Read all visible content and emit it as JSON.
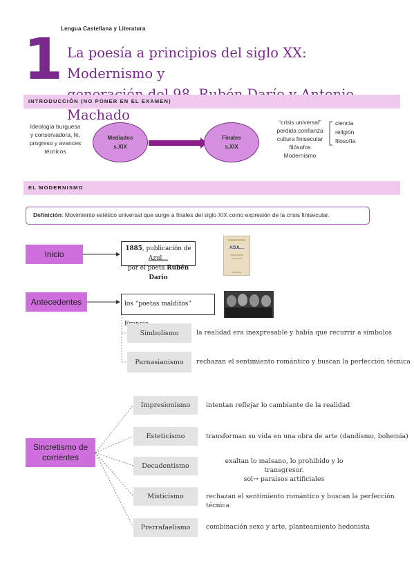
{
  "header": {
    "subject": "Lengua Castellana y Literatura",
    "unit_number": "1",
    "title_line1": "La poesía a principios del siglo XX: Modernismo y",
    "title_line2": "generación del 98. Rubén Darío y Antonio Machado"
  },
  "intro": {
    "band": "INTRODUCCIÓN (NO PONER EN EL EXAMEN)",
    "left_lines": [
      "Ideología burguesa",
      "y conservadora, fe,",
      "progreso y avances",
      "técnicos"
    ],
    "ellipse_left": [
      "Mediados",
      "s.XIX"
    ],
    "ellipse_right": [
      "Finales",
      "s.XIX"
    ],
    "crisis_lines": [
      "“crisis universal”",
      "perdida confianza",
      "cultura finisecular",
      "filósofos",
      "Modernismo"
    ],
    "crisis_items": [
      "ciencia",
      "religión",
      "filosofía"
    ]
  },
  "modernismo": {
    "band": "EL MODERNISMO",
    "definition_label": "Definición",
    "definition_text": ": Movimiento estético universal que surge a finales del siglo XIX como expresión de la crisis finisecular.",
    "inicio_label": "Inicio",
    "inicio_year": "1885",
    "inicio_text1": ", publicación de ",
    "inicio_book": "Azul…",
    "inicio_text2": "por el poeta ",
    "inicio_poet": "Rubén Darío",
    "book_cover_title": "AZUL...",
    "antecedentes_label": "Antecedentes",
    "antecedentes_box": "los “poetas malditos” Francia",
    "antecedentes_items": [
      {
        "name": "Simbolismo",
        "desc": "la realidad era inexpresable y había que recurrir a símbolos"
      },
      {
        "name": "Parnasianismo",
        "desc": "rechazan el sentimiento romántico y buscan la perfección técnica"
      }
    ],
    "sincretismo_label_line1": "Sincretismo de",
    "sincretismo_label_line2": "corrientes",
    "corrientes": [
      {
        "name": "Impresionismo",
        "desc": "intentan reflejar lo cambiante de la realidad",
        "desc2": ""
      },
      {
        "name": "Esteticismo",
        "desc": "transforman su vida en una obra de arte (dandismo, bohemia)",
        "desc2": ""
      },
      {
        "name": "Decadentismo",
        "desc": "exaltan lo malsano, lo prohibido y lo transgresor.",
        "desc2": "sol→ paraísos artificiales"
      },
      {
        "name": "Misticismo",
        "desc": "rechazan el sentimiento romántico y buscan la perfección técnica",
        "desc2": ""
      },
      {
        "name": "Prerrafaelismo",
        "desc": "combinación sexo y arte, planteamiento hedonista",
        "desc2": ""
      }
    ]
  }
}
